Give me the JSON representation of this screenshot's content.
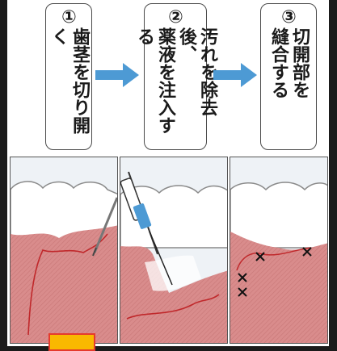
{
  "steps": [
    {
      "num": "①",
      "text": "歯茎を切り開く"
    },
    {
      "num": "②",
      "text": "汚れを除去後、\n薬液を注入する"
    },
    {
      "num": "③",
      "text": "切開部を\n縫合する"
    }
  ],
  "colors": {
    "gum": "#d98c8c",
    "tooth": "#ffffff",
    "arrow": "#4d9ad4",
    "incision": "#c0282b",
    "frame": "#1b1b1b",
    "tag_fill": "#f9b800",
    "tag_border": "#e53a2c"
  },
  "icons": [
    "arrow-right-icon",
    "arrow-right-icon",
    "syringe-icon",
    "suture-x-icon"
  ]
}
